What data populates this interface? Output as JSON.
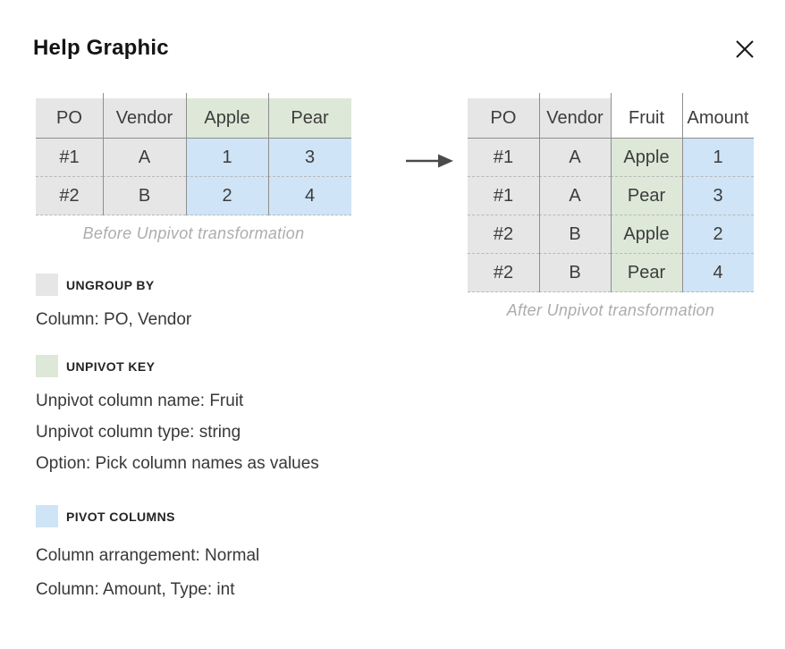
{
  "title": "Help Graphic",
  "colors": {
    "ungroup_gray": "#e6e6e6",
    "unpivot_green": "#dde8d8",
    "pivot_blue": "#cfe4f6",
    "table_border": "#8e8e8e",
    "caption_gray": "#adadad"
  },
  "before": {
    "headers": [
      "PO",
      "Vendor",
      "Apple",
      "Pear"
    ],
    "rows": [
      [
        "#1",
        "A",
        "1",
        "3"
      ],
      [
        "#2",
        "B",
        "2",
        "4"
      ]
    ],
    "caption": "Before Unpivot transformation"
  },
  "after": {
    "headers": [
      "PO",
      "Vendor",
      "Fruit",
      "Amount"
    ],
    "rows": [
      [
        "#1",
        "A",
        "Apple",
        "1"
      ],
      [
        "#1",
        "A",
        "Pear",
        "3"
      ],
      [
        "#2",
        "B",
        "Apple",
        "2"
      ],
      [
        "#2",
        "B",
        "Pear",
        "4"
      ]
    ],
    "caption": "After Unpivot transformation"
  },
  "legend": [
    {
      "heading": "UNGROUP BY",
      "lines": [
        "Column: PO, Vendor"
      ]
    },
    {
      "heading": "UNPIVOT KEY",
      "lines": [
        "Unpivot column name: Fruit",
        "Unpivot column type: string",
        "Option: Pick column names as values"
      ]
    },
    {
      "heading": "PIVOT COLUMNS",
      "lines": [
        "Column arrangement: Normal",
        "Column: Amount, Type: int"
      ]
    }
  ]
}
